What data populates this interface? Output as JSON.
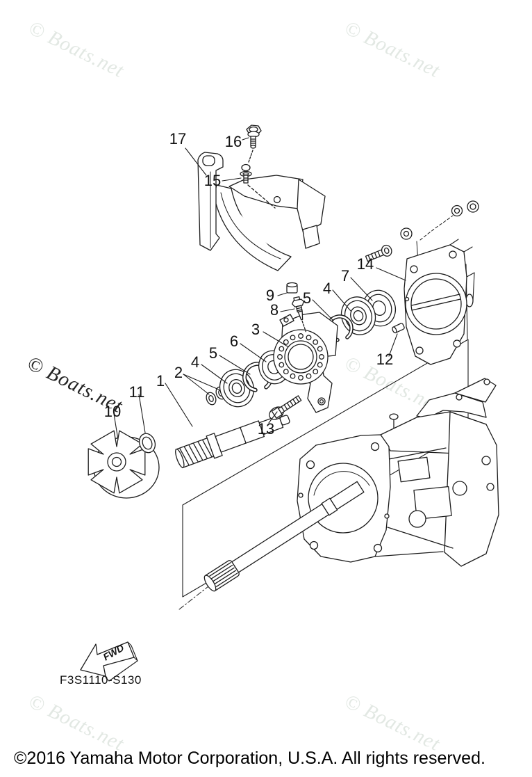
{
  "watermark": {
    "text": "© Boats.net"
  },
  "diagram": {
    "part_code": "F3S1110-S130",
    "fwd_label": "FWD",
    "callouts": [
      {
        "label": "17"
      },
      {
        "label": "16"
      },
      {
        "label": "15"
      },
      {
        "label": "14"
      },
      {
        "label": "9"
      },
      {
        "label": "8"
      },
      {
        "label": "3"
      },
      {
        "label": "6"
      },
      {
        "label": "5"
      },
      {
        "label": "4"
      },
      {
        "label": "2"
      },
      {
        "label": "1"
      },
      {
        "label": "11"
      },
      {
        "label": "10"
      },
      {
        "label": "13"
      },
      {
        "label": "5"
      },
      {
        "label": "4"
      },
      {
        "label": "7"
      },
      {
        "label": "12"
      }
    ]
  },
  "footer": {
    "copyright": "©2016 Yamaha Motor Corporation, U.S.A. All rights reserved."
  }
}
